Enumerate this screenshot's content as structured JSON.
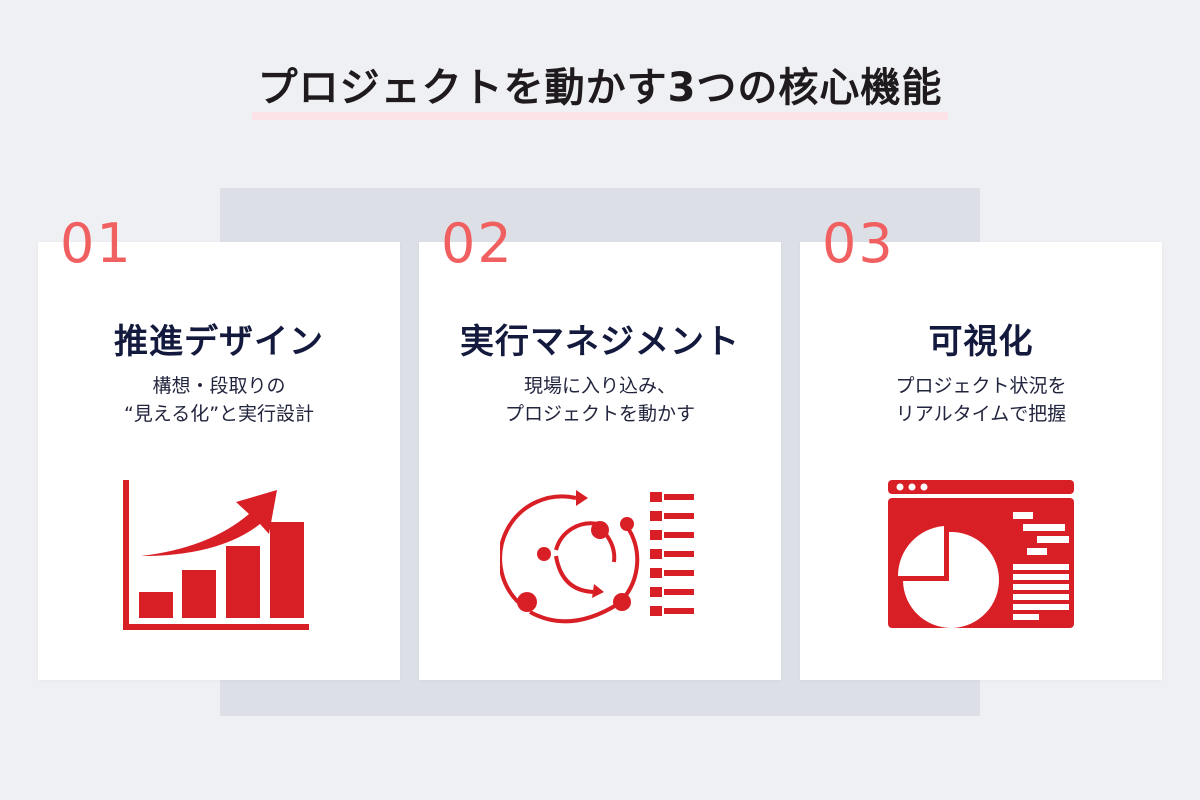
{
  "header": {
    "title": "プロジェクトを動かす3つの核心機能",
    "underline_color": "#fbe3e8"
  },
  "colors": {
    "accent_red": "#d91f26",
    "number_red": "#f16060",
    "title_navy": "#141a3d",
    "background": "#eff0f3",
    "backdrop": "#dcdfe5",
    "card": "#ffffff"
  },
  "cards": [
    {
      "number": "01",
      "title": "推進デザイン",
      "desc_lines": [
        "構想・段取りの",
        "“見える化”と実行設計"
      ],
      "icon": "growth-bar-chart-icon"
    },
    {
      "number": "02",
      "title": "実行マネジメント",
      "desc_lines": [
        "現場に入り込み、",
        "プロジェクトを動かす"
      ],
      "icon": "cycle-checklist-icon"
    },
    {
      "number": "03",
      "title": "可視化",
      "desc_lines": [
        "プロジェクト状況を",
        "リアルタイムで把握"
      ],
      "icon": "dashboard-pie-chart-icon"
    }
  ]
}
